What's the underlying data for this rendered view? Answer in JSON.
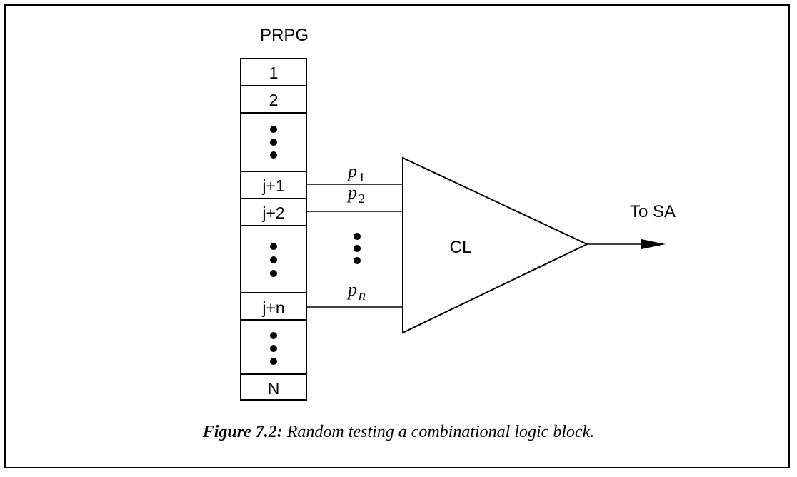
{
  "diagram": {
    "register_title": "PRPG",
    "cells": {
      "c1": "1",
      "c2": "2",
      "cj1": "j+1",
      "cj2": "j+2",
      "cjn": "j+n",
      "cN": "N"
    },
    "wires": {
      "p1": {
        "base": "p",
        "sub": "1"
      },
      "p2": {
        "base": "p",
        "sub": "2"
      },
      "pn": {
        "base": "p",
        "sub": "n"
      }
    },
    "block_label": "CL",
    "output_label": "To SA"
  },
  "caption": {
    "bold": "Figure 7.2:",
    "text": " Random testing a combinational logic block."
  }
}
